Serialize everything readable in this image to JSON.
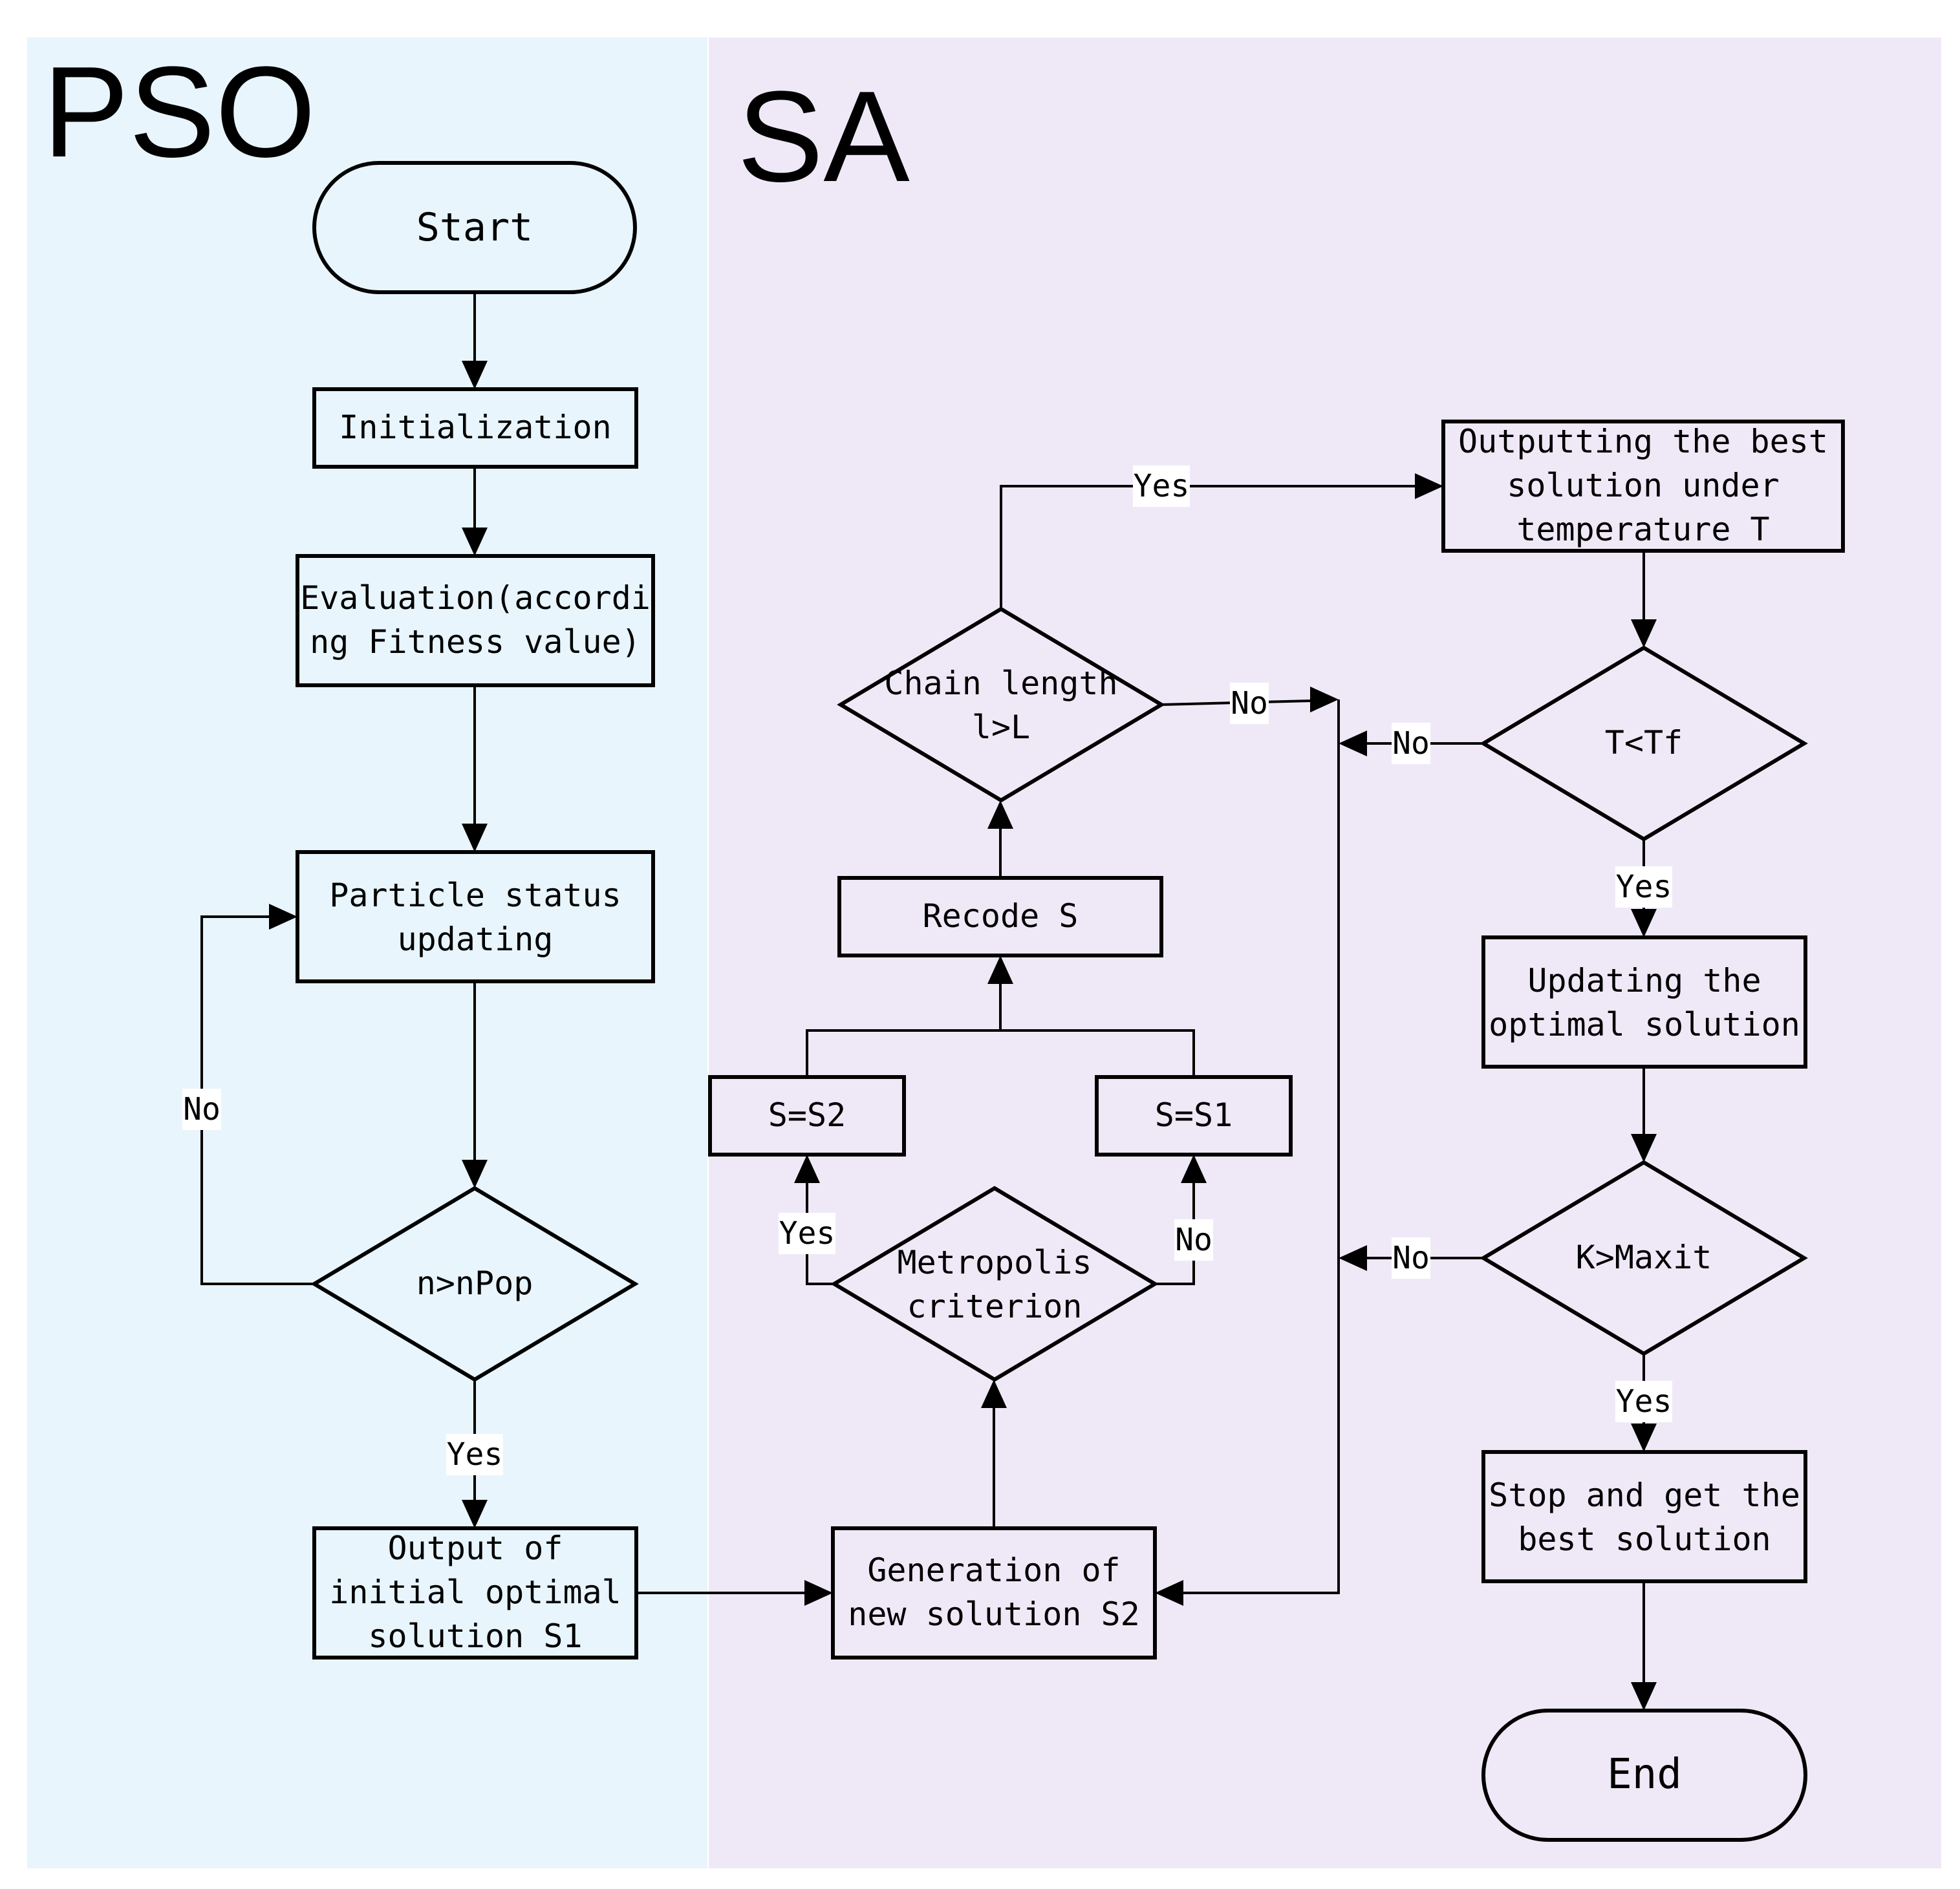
{
  "panels": {
    "pso": {
      "label": "PSO",
      "color": "#e8f5fc"
    },
    "sa": {
      "label": "SA",
      "color": "#efe9f7"
    }
  },
  "nodes": {
    "start": "Start",
    "initialization": "Initialization",
    "evaluation": [
      "Evaluation(accordi",
      "ng Fitness value)"
    ],
    "particle_update": [
      "Particle status",
      "updating"
    ],
    "n_npop": "n>nPop",
    "output_initial": [
      "Output of",
      "initial optimal",
      "solution S1"
    ],
    "generation": [
      "Generation of",
      "new solution S2"
    ],
    "metropolis": [
      "Metropolis",
      "criterion"
    ],
    "s_s2": "S=S2",
    "s_s1": "S=S1",
    "recode": "Recode S",
    "chain_length": [
      "Chain length",
      "l>L"
    ],
    "output_best_t": [
      "Outputting the best",
      "solution under",
      "temperature T"
    ],
    "t_tf": "T<Tf",
    "update_optimal": [
      "Updating the",
      "optimal solution"
    ],
    "k_maxit": "K>Maxit",
    "stop": [
      "Stop and get the",
      "best solution"
    ],
    "end": "End"
  },
  "edge_labels": {
    "npop_no": "No",
    "npop_yes": "Yes",
    "metro_yes": "Yes",
    "metro_no": "No",
    "chain_yes": "Yes",
    "chain_no": "No",
    "ttf_no": "No",
    "ttf_yes": "Yes",
    "kmax_no": "No",
    "kmax_yes": "Yes"
  }
}
